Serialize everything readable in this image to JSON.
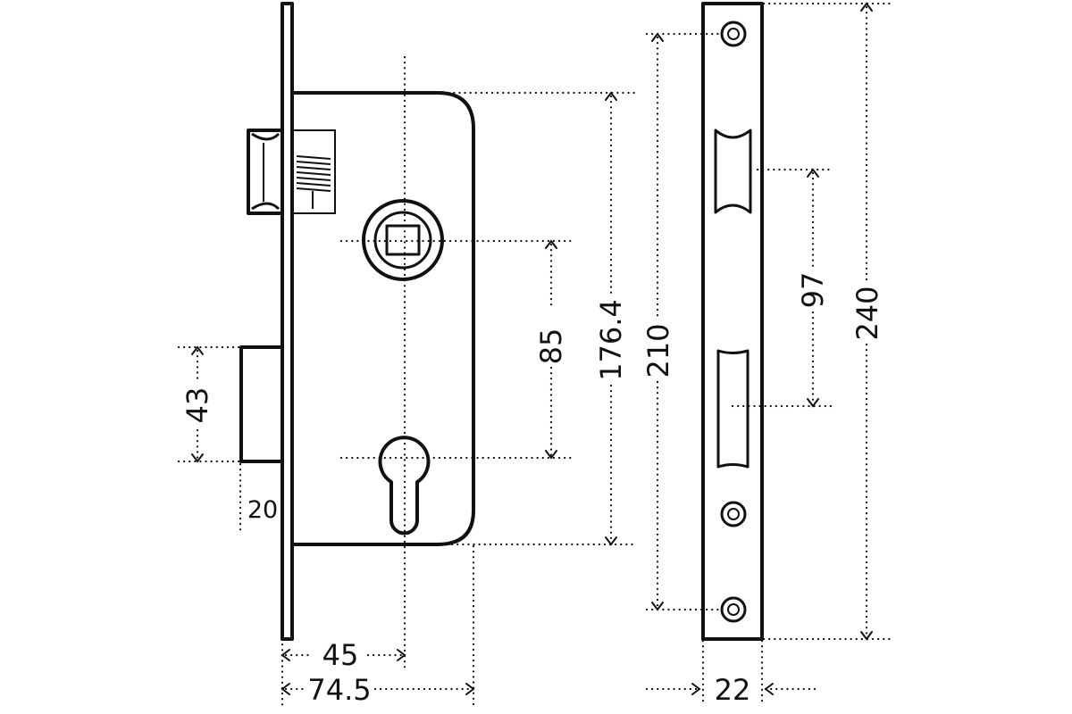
{
  "dimensions": {
    "faceplate_to_center": "45",
    "body_depth": "74.5",
    "bolt_height": "43",
    "bolt_throw": "20",
    "center_distance": "85",
    "case_height": "176.4",
    "screw_spacing": "210",
    "strike_spacing": "97",
    "faceplate_length": "240",
    "faceplate_width": "22"
  }
}
